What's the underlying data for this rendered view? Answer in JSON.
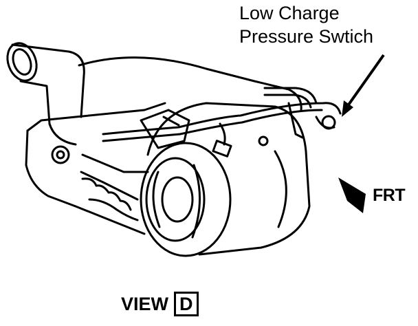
{
  "callout": {
    "line1": "Low Charge",
    "line2": "Pressure Swtich"
  },
  "direction_label": "FRT",
  "view": {
    "label": "VIEW",
    "letter": "D"
  },
  "colors": {
    "ink": "#000000",
    "paper": "#ffffff"
  }
}
